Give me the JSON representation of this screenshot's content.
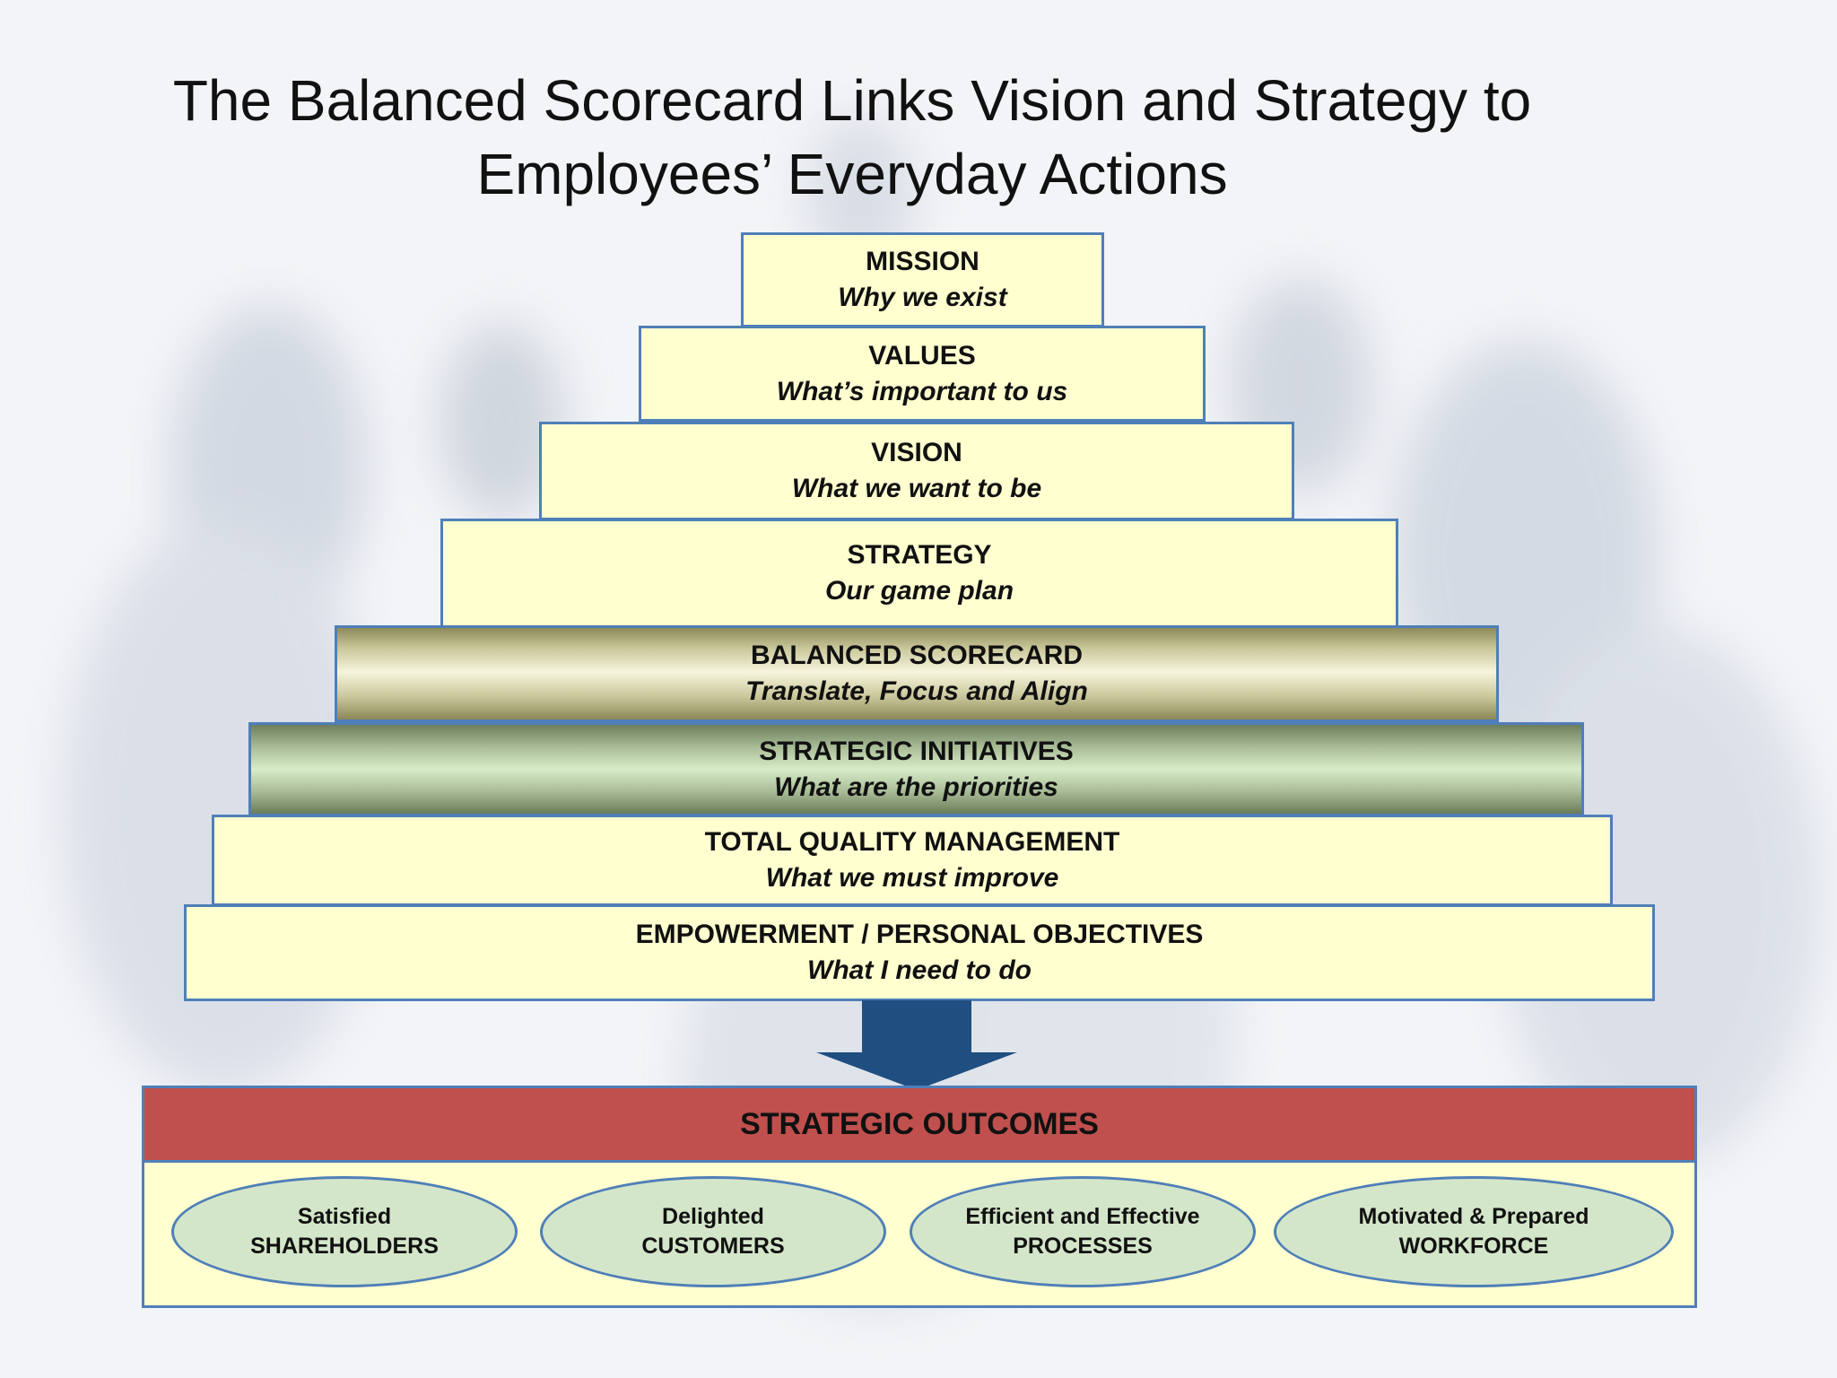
{
  "title": {
    "line1": "The Balanced Scorecard Links Vision and Strategy to",
    "line2": "Employees’ Everyday Actions"
  },
  "pyramid": [
    {
      "heading": "MISSION",
      "sub": "Why we exist"
    },
    {
      "heading": "VALUES",
      "sub": "What’s important to us"
    },
    {
      "heading": "VISION",
      "sub": "What we want to be"
    },
    {
      "heading": "STRATEGY",
      "sub": "Our game plan"
    },
    {
      "heading": "BALANCED SCORECARD",
      "sub": "Translate, Focus and Align"
    },
    {
      "heading": "STRATEGIC INITIATIVES",
      "sub": "What are the priorities"
    },
    {
      "heading": "TOTAL QUALITY MANAGEMENT",
      "sub": "What we must improve"
    },
    {
      "heading": "EMPOWERMENT / PERSONAL OBJECTIVES",
      "sub": "What I need to do"
    }
  ],
  "outcomes": {
    "header": "STRATEGIC OUTCOMES",
    "items": [
      {
        "line1": "Satisfied",
        "line2": "SHAREHOLDERS"
      },
      {
        "line1": "Delighted",
        "line2": "CUSTOMERS"
      },
      {
        "line1": "Efficient and Effective",
        "line2": "PROCESSES"
      },
      {
        "line1": "Motivated & Prepared",
        "line2": "WORKFORCE"
      }
    ]
  },
  "colors": {
    "tier_fill": "#ffffd0",
    "tier_border": "#4f7fb8",
    "arrow": "#1f4e80",
    "outcomes_header": "#c0504d",
    "oval_fill": "#d4e6c9"
  }
}
